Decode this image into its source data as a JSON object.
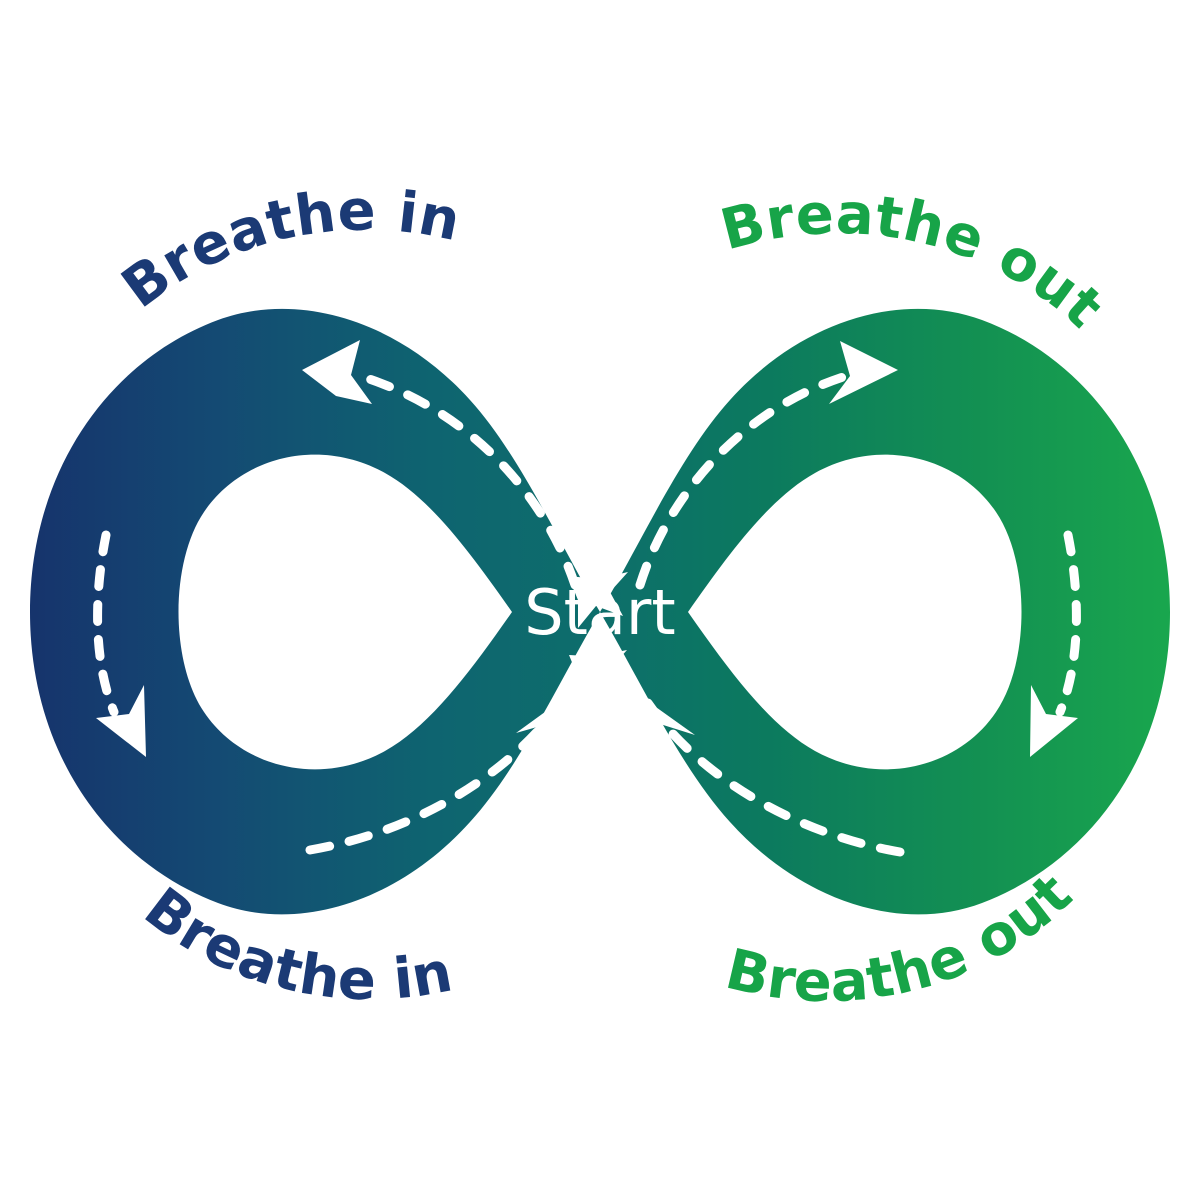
{
  "diagram": {
    "type": "infinity-loop-breathing-exercise",
    "background_color": "#ffffff",
    "labels": {
      "top_left": "Breathe in",
      "bottom_left": "Breathe in",
      "top_right": "Breathe out",
      "bottom_right": "Breathe out",
      "center": "Start"
    },
    "colors": {
      "breathe_in_text": "#1b3a75",
      "breathe_out_text": "#17a448",
      "gradient_start_navy": "#16306b",
      "gradient_mid_teal": "#0d6e6b",
      "gradient_end_green": "#1aaa4d",
      "arrow_color": "#ffffff",
      "start_text_color": "#ffffff"
    },
    "icons": {
      "sparkle_top": "star-sparkle-icon",
      "sparkle_bottom": "star-sparkle-icon"
    },
    "arrows": [
      {
        "name": "upper-left-arrow",
        "direction": "up-left",
        "side": "breathe-in"
      },
      {
        "name": "left-edge-arrow",
        "direction": "down",
        "side": "breathe-in"
      },
      {
        "name": "lower-left-arrow",
        "direction": "up-right",
        "side": "breathe-in"
      },
      {
        "name": "upper-right-arrow",
        "direction": "up-right",
        "side": "breathe-out"
      },
      {
        "name": "right-edge-arrow",
        "direction": "down",
        "side": "breathe-out"
      },
      {
        "name": "lower-right-arrow",
        "direction": "up-left",
        "side": "breathe-out"
      }
    ]
  }
}
